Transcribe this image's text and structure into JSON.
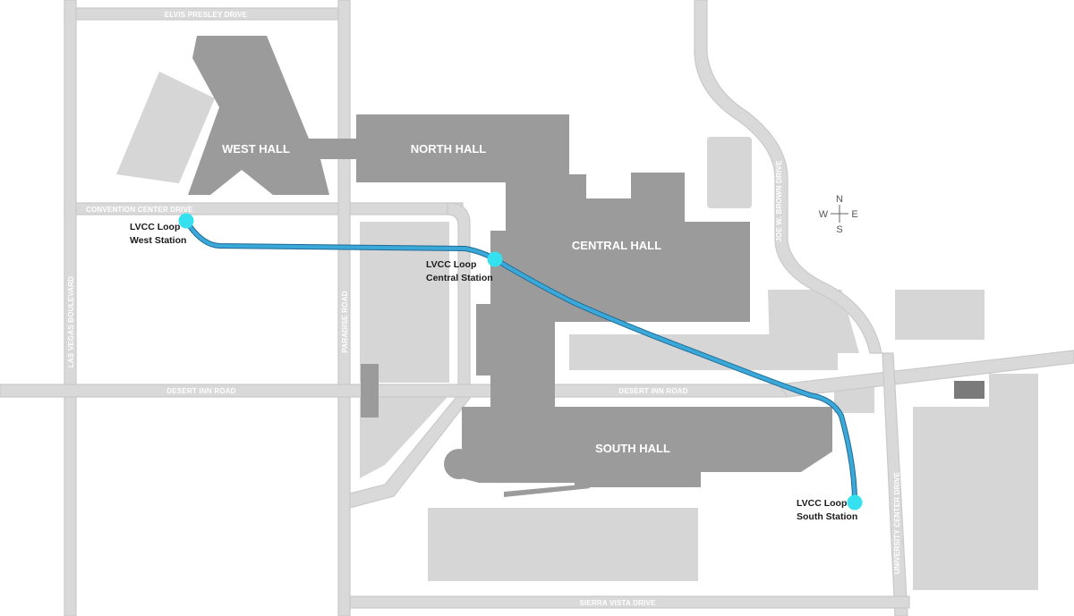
{
  "colors": {
    "hall": "#9b9b9b",
    "lot": "#d6d6d6",
    "road": "#d9d9d9",
    "loop_line": "#3aa8d8",
    "station": "#36e1ef"
  },
  "roads": {
    "elvis_presley": "ELVIS PRESLEY DRIVE",
    "convention_center": "CONVENTION CENTER DRIVE",
    "las_vegas_blvd": "LAS VEGAS BOULEVARD",
    "paradise": "PARADISE ROAD",
    "desert_inn_left": "DESERT INN ROAD",
    "desert_inn_mid": "DESERT INN ROAD",
    "desert_inn_right": "DESERT INN ROAD",
    "joe_brown": "JOE W. BROWN DRIVE",
    "university_center": "UNIVERSITY CENTER DRIVE",
    "sierra_vista": "SIERRA VISTA DRIVE"
  },
  "halls": {
    "west": "WEST HALL",
    "north": "NORTH HALL",
    "central": "CENTRAL HALL",
    "south": "SOUTH HALL"
  },
  "stations": {
    "west": {
      "line1": "LVCC Loop",
      "line2": "West Station"
    },
    "central": {
      "line1": "LVCC Loop",
      "line2": "Central Station"
    },
    "south": {
      "line1": "LVCC Loop",
      "line2": "South Station"
    }
  },
  "compass": {
    "n": "N",
    "s": "S",
    "e": "E",
    "w": "W"
  }
}
